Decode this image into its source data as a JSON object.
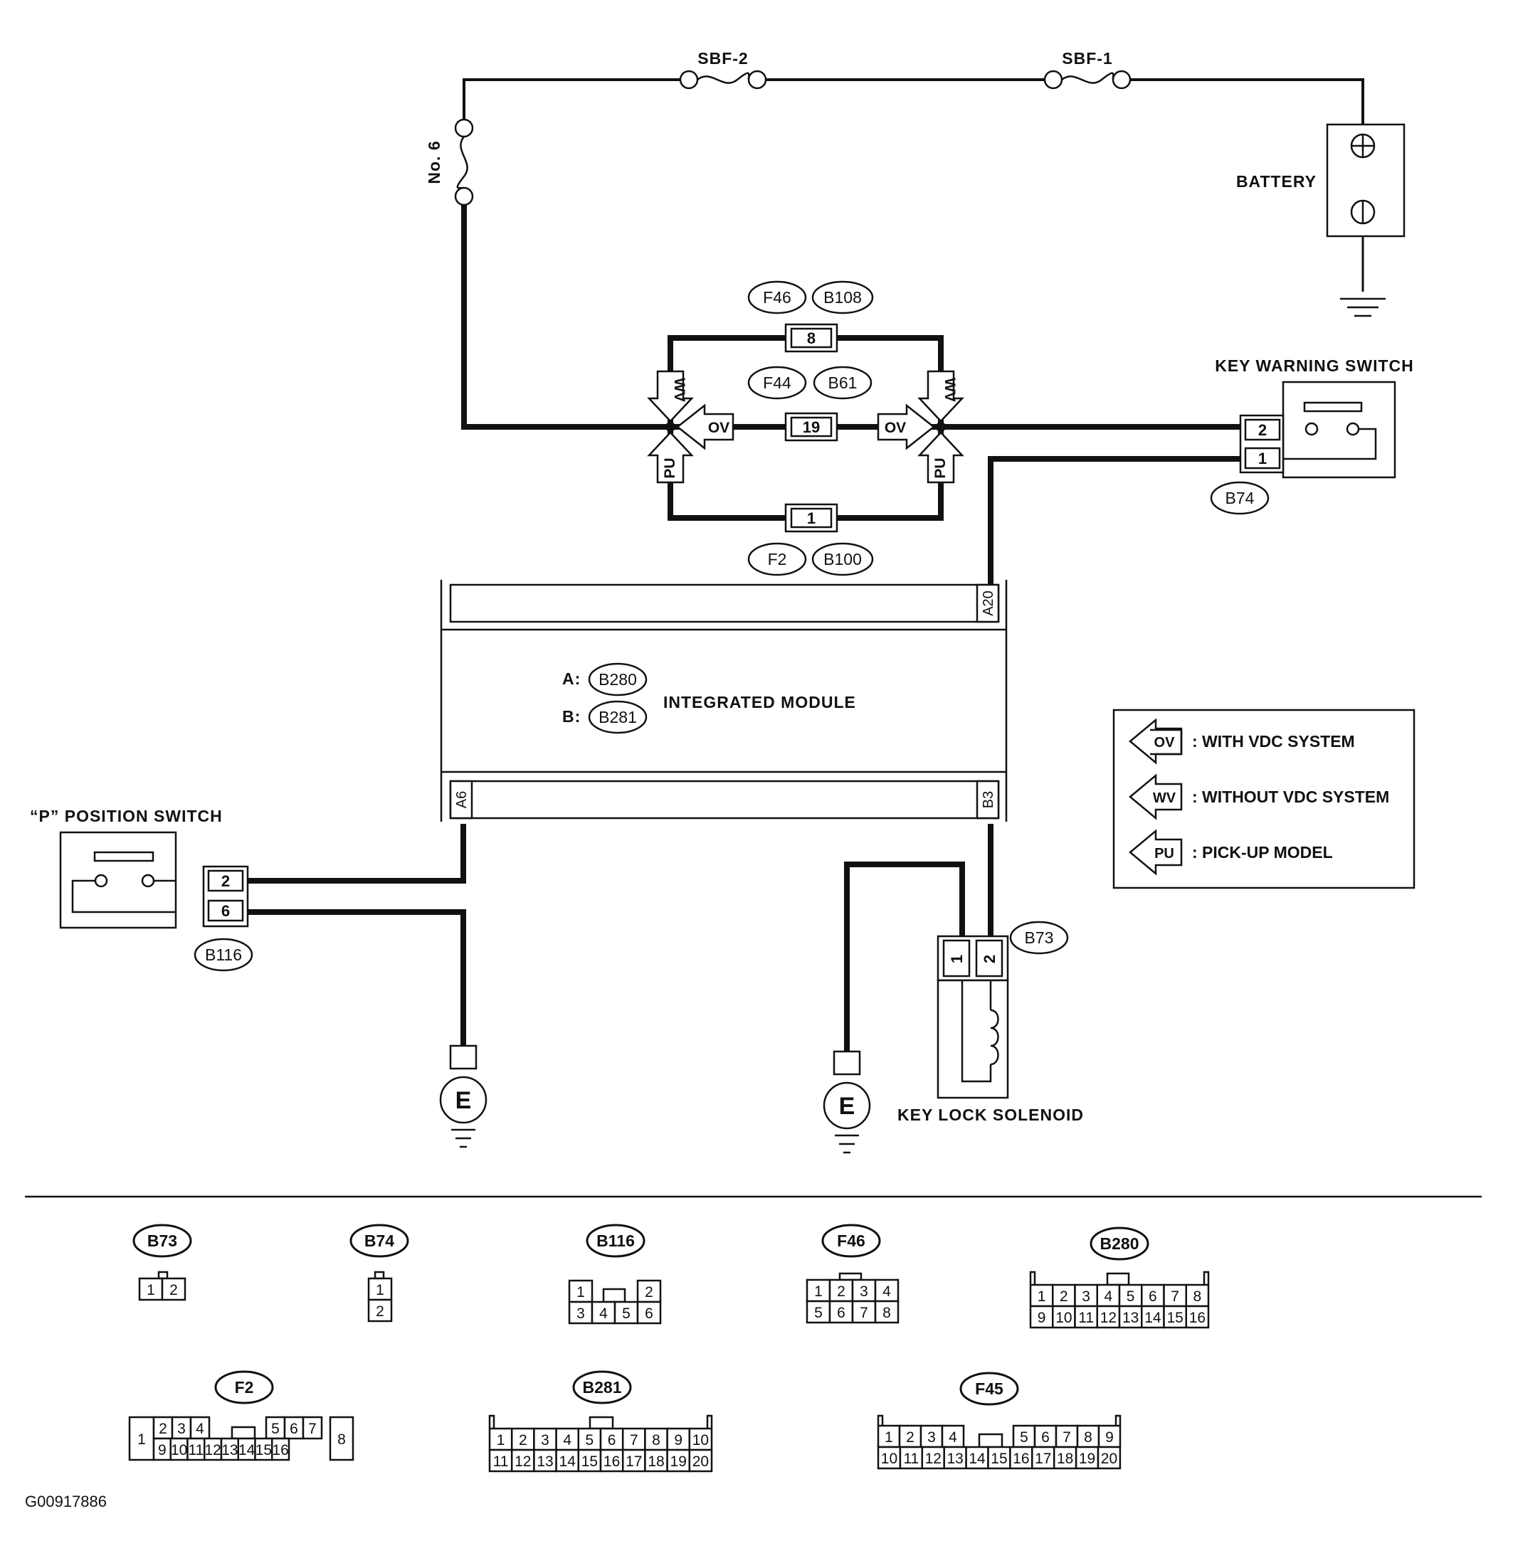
{
  "fuses": {
    "sbf2": "SBF-2",
    "sbf1": "SBF-1",
    "no6": "No. 6"
  },
  "battery": {
    "label": "BATTERY"
  },
  "key_warning_switch": {
    "label": "KEY WARNING SWITCH",
    "connector": "B74",
    "pins": [
      "2",
      "1"
    ]
  },
  "junction_connectors": {
    "top": {
      "codes": [
        "F46",
        "B108"
      ],
      "pin": "8"
    },
    "middle": {
      "codes": [
        "F44",
        "B61"
      ],
      "pin": "19"
    },
    "bottom": {
      "codes": [
        "F2",
        "B100"
      ],
      "pin": "1"
    }
  },
  "arrow_marks": [
    "WV",
    "OV",
    "PU"
  ],
  "integrated_module": {
    "label": "INTEGRATED MODULE",
    "connector_a_prefix": "A:",
    "connector_a": "B280",
    "connector_b_prefix": "B:",
    "connector_b": "B281",
    "terminals": {
      "a20": "A20",
      "a6": "A6",
      "b3": "B3"
    }
  },
  "p_position_switch": {
    "label": "“P” POSITION SWITCH",
    "connector": "B116",
    "pins": [
      "2",
      "6"
    ]
  },
  "key_lock_solenoid": {
    "label": "KEY LOCK SOLENOID",
    "connector": "B73",
    "pins": [
      "1",
      "2"
    ]
  },
  "ground": {
    "label": "E"
  },
  "legend": {
    "items": [
      {
        "mark": "OV",
        "text": ": WITH VDC SYSTEM"
      },
      {
        "mark": "WV",
        "text": ": WITHOUT VDC SYSTEM"
      },
      {
        "mark": "PU",
        "text": ": PICK-UP MODEL"
      }
    ]
  },
  "connector_views": {
    "b73": {
      "label": "B73",
      "row1": [
        "1",
        "2"
      ]
    },
    "b74": {
      "label": "B74",
      "row1": [
        "1"
      ],
      "row2": [
        "2"
      ]
    },
    "b116": {
      "label": "B116",
      "row1": [
        "1",
        "2"
      ],
      "row2": [
        "3",
        "4",
        "5",
        "6"
      ]
    },
    "f46": {
      "label": "F46",
      "row1": [
        "1",
        "2",
        "3",
        "4"
      ],
      "row2": [
        "5",
        "6",
        "7",
        "8"
      ]
    },
    "b280": {
      "label": "B280",
      "row1": [
        "1",
        "2",
        "3",
        "4",
        "5",
        "6",
        "7",
        "8"
      ],
      "row2": [
        "9",
        "10",
        "11",
        "12",
        "13",
        "14",
        "15",
        "16"
      ]
    },
    "f2": {
      "label": "F2",
      "left": "1",
      "right": "8",
      "row1a": [
        "2",
        "3",
        "4"
      ],
      "row1b": [
        "5",
        "6",
        "7"
      ],
      "row2": [
        "9",
        "10",
        "11",
        "12",
        "13",
        "14",
        "15",
        "16"
      ]
    },
    "b281": {
      "label": "B281",
      "row1": [
        "1",
        "2",
        "3",
        "4",
        "5",
        "6",
        "7",
        "8",
        "9",
        "10"
      ],
      "row2": [
        "11",
        "12",
        "13",
        "14",
        "15",
        "16",
        "17",
        "18",
        "19",
        "20"
      ]
    },
    "f45": {
      "label": "F45",
      "row1a": [
        "1",
        "2",
        "3",
        "4"
      ],
      "row1b": [
        "5",
        "6",
        "7",
        "8",
        "9"
      ],
      "row2": [
        "10",
        "11",
        "12",
        "13",
        "14",
        "15",
        "16",
        "17",
        "18",
        "19",
        "20"
      ]
    }
  },
  "figure_code": "G00917886"
}
